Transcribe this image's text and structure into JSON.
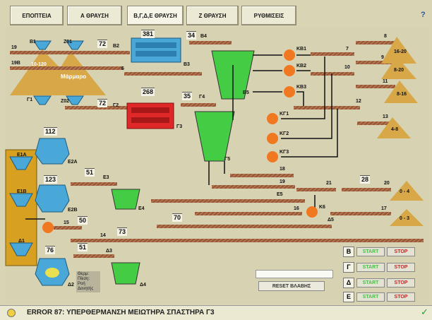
{
  "tabs": [
    "ΕΠΟΠΤΕΙΑ",
    "Α ΘΡΑΥΣΗ",
    "Β,Γ,Δ,Ε ΘΡΑΥΣΗ",
    "Ζ ΘΡΑΥΣΗ",
    "ΡΥΘΜΙΣΕΙΣ"
  ],
  "active_tab": "Β,Γ,Δ,Ε ΘΡΑΥΣΗ",
  "help_label": "?",
  "colors": {
    "belt": "#9a5a3a",
    "sand": "#d8a848",
    "blue": "#4aa8d8",
    "red": "#e02828",
    "green": "#44cc44",
    "motor": "#f07820"
  },
  "piles": {
    "left_range": "10-120",
    "left_material": "Μάρμαρο"
  },
  "hoppers": {
    "b1": "B1",
    "z01": "Z01",
    "g1": "Γ1",
    "z02": "Z02",
    "e1a": "E1A",
    "e1b": "E1B",
    "d1": "Δ1"
  },
  "values": {
    "v72a": "72",
    "v381": "381",
    "v34": "34",
    "v72b": "72",
    "v268": "268",
    "v35": "35",
    "v112": "112",
    "v51a": "51",
    "v123": "123",
    "v50": "50",
    "v70": "70",
    "v73": "73",
    "v76": "76",
    "v51b": "51",
    "v28": "28"
  },
  "labels": {
    "b2": "B2",
    "b3": "B3",
    "b4": "B4",
    "b5": "B5",
    "g2": "Γ2",
    "g3": "Γ3",
    "g4": "Γ4",
    "g5": "Γ5",
    "e2a": "E2A",
    "e2b": "E2B",
    "e3": "E3",
    "e4": "E4",
    "e5": "E5",
    "d2": "Δ2",
    "d3": "Δ3",
    "d4": "Δ4",
    "d5": "Δ5",
    "n19": "19",
    "n19b": "19Β",
    "n6": "6",
    "n7": "7",
    "n8": "8",
    "n9": "9",
    "n10": "10",
    "n11": "11",
    "n12": "12",
    "n13": "13",
    "n14": "14",
    "n15": "15",
    "n16": "16",
    "n17": "17",
    "n18": "18",
    "n19c": "19",
    "n20": "20",
    "n21": "21",
    "kb1": "KB1",
    "kb2": "KB2",
    "kb3": "KB3",
    "kg1": "KΓ1",
    "kg2": "KΓ2",
    "kg3": "KΓ3",
    "k6": "K6"
  },
  "products": {
    "p1": "16-20",
    "p2": "8-20",
    "p3": "8-16",
    "p4": "4-8",
    "p5": "0 - 4",
    "p6": "0 - 3"
  },
  "side_info": [
    "Θερμ:",
    "Πίεση:",
    "Ροή",
    "Δονητής"
  ],
  "controls": [
    {
      "key": "B",
      "start": "START",
      "stop": "STOP"
    },
    {
      "key": "Γ",
      "start": "START",
      "stop": "STOP"
    },
    {
      "key": "Δ",
      "start": "START",
      "stop": "STOP"
    },
    {
      "key": "E",
      "start": "START",
      "stop": "STOP"
    }
  ],
  "reset_label": "RESET ΒΛΑΒΗΣ",
  "status": {
    "message": "ERROR 87: ΥΠΕΡΘΕΡΜΑΝΣΗ ΜΕΙΩΤΗΡΑ ΣΠΑΣΤΗΡΑ Γ3",
    "ok": "✓"
  }
}
